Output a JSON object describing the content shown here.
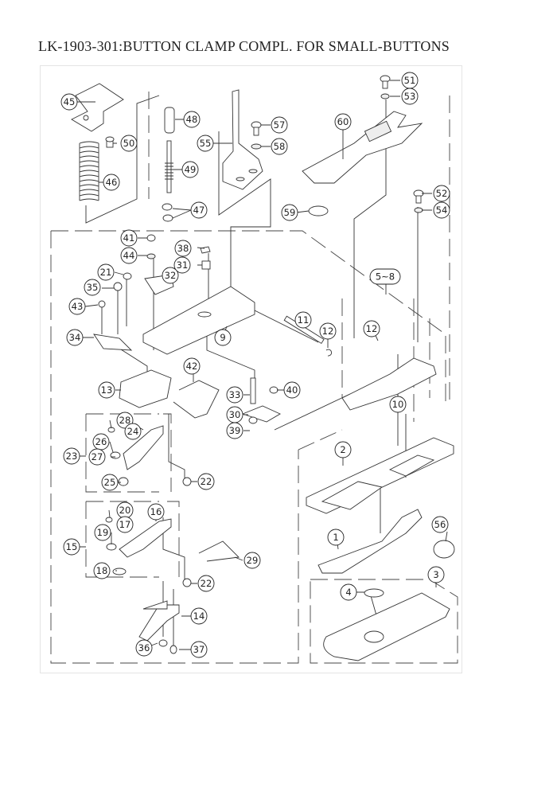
{
  "title": "LK-1903-301:BUTTON CLAMP COMPL. FOR SMALL-BUTTONS",
  "callouts": {
    "p1": "1",
    "p2": "2",
    "p3": "3",
    "p4": "4",
    "p5_8": "5~8",
    "p9": "9",
    "p10": "10",
    "p11": "11",
    "p12a": "12",
    "p12b": "12",
    "p13": "13",
    "p14": "14",
    "p15": "15",
    "p16": "16",
    "p17": "17",
    "p18": "18",
    "p19": "19",
    "p20": "20",
    "p21": "21",
    "p22a": "22",
    "p22b": "22",
    "p23": "23",
    "p24": "24",
    "p25": "25",
    "p26": "26",
    "p27": "27",
    "p28": "28",
    "p29": "29",
    "p30": "30",
    "p31": "31",
    "p32": "32",
    "p33": "33",
    "p34": "34",
    "p35": "35",
    "p36": "36",
    "p37": "37",
    "p38": "38",
    "p39": "39",
    "p40": "40",
    "p41": "41",
    "p42": "42",
    "p43": "43",
    "p44": "44",
    "p45": "45",
    "p46": "46",
    "p47": "47",
    "p48": "48",
    "p49": "49",
    "p50": "50",
    "p51": "51",
    "p52": "52",
    "p53": "53",
    "p54": "54",
    "p55": "55",
    "p56": "56",
    "p57": "57",
    "p58": "58",
    "p59": "59",
    "p60": "60"
  }
}
